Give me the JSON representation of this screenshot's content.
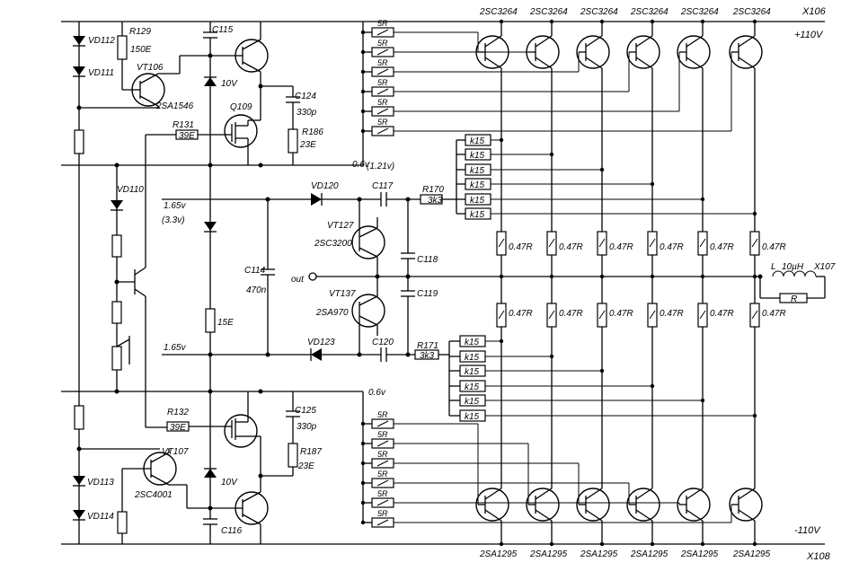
{
  "rails": {
    "pos": "+110V",
    "neg": "-110V",
    "x_top": "X106",
    "x_bot": "X108",
    "x_out": "X107"
  },
  "npn_type": "2SC3264",
  "pnp_type": "2SA1295",
  "emitter_resistor": "0.47R",
  "base_resistor": "5R",
  "bias_resistor": "k15",
  "driver": {
    "vt106": "VT106",
    "vt106_type": "2SA1546",
    "vt107": "VT107",
    "vt107_type": "2SC4001",
    "vt127": "VT127",
    "vt127_type": "2SC3200",
    "vt137": "VT137",
    "vt137_type": "2SA970",
    "q109": "Q109"
  },
  "diodes": {
    "vd112": "VD112",
    "vd111": "VD111",
    "vd113": "VD113",
    "vd114": "VD114",
    "vd110": "VD110",
    "vd120": "VD120",
    "vd123": "VD123",
    "z_top": "10V",
    "z_bot": "10V"
  },
  "resistors": {
    "r129": "R129",
    "r129_val": "150E",
    "r131": "R131",
    "r131_val": "39E",
    "r132": "R132",
    "r132_val": "39E",
    "r186": "R186",
    "r186_val": "23E",
    "r187": "R187",
    "r187_val": "23E",
    "r170": "R170",
    "r170_val": "3k3",
    "r171": "R171",
    "r171_val": "3k3",
    "r_mid": "15E",
    "r_out": "R"
  },
  "caps": {
    "c115": "C115",
    "c116": "C116",
    "c124": "C124",
    "c124_val": "330p",
    "c125": "C125",
    "c125_val": "330p",
    "c117": "C117",
    "c118": "C118",
    "c119": "C119",
    "c120": "C120",
    "c114": "C114",
    "c114_val": "470n"
  },
  "voltages": {
    "v_top": "0.6v",
    "v_top2": "(1.21v)",
    "v_165a": "1.65v",
    "v_33": "(3.3v)",
    "v_165b": "1.65v",
    "v_bot": "0.6v"
  },
  "out_label": "out",
  "inductor": {
    "l": "L",
    "l_val": "10µH"
  }
}
